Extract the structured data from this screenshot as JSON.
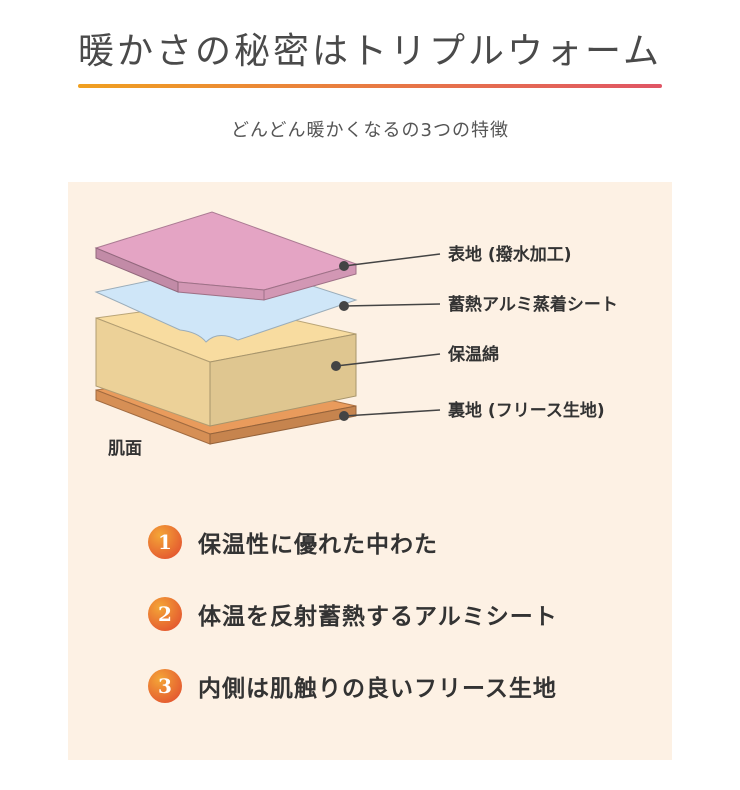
{
  "title": "暖かさの秘密はトリプルウォーム",
  "subtitle": "どんどん暖かくなるの3つの特徴",
  "colors": {
    "rule_start": "#f0a020",
    "rule_end": "#e05565",
    "panel_bg": "#fdf1e4",
    "badge_start": "#f4a637",
    "badge_end": "#e0452e",
    "outer_layer": "#e4a4c4",
    "foil_layer": "#cfe6f8",
    "insulation_layer": "#f8dca0",
    "lining_layer": "#e99b5c"
  },
  "diagram": {
    "layers": [
      {
        "label": "表地 (撥水加工)"
      },
      {
        "label": "蓄熱アルミ蒸着シート"
      },
      {
        "label": "保温綿"
      },
      {
        "label": "裏地 (フリース生地)"
      }
    ],
    "skin_label": "肌面"
  },
  "features": [
    {
      "number": "1",
      "text": "保温性に優れた中わた"
    },
    {
      "number": "2",
      "text": "体温を反射蓄熱するアルミシート"
    },
    {
      "number": "3",
      "text": "内側は肌触りの良いフリース生地"
    }
  ]
}
